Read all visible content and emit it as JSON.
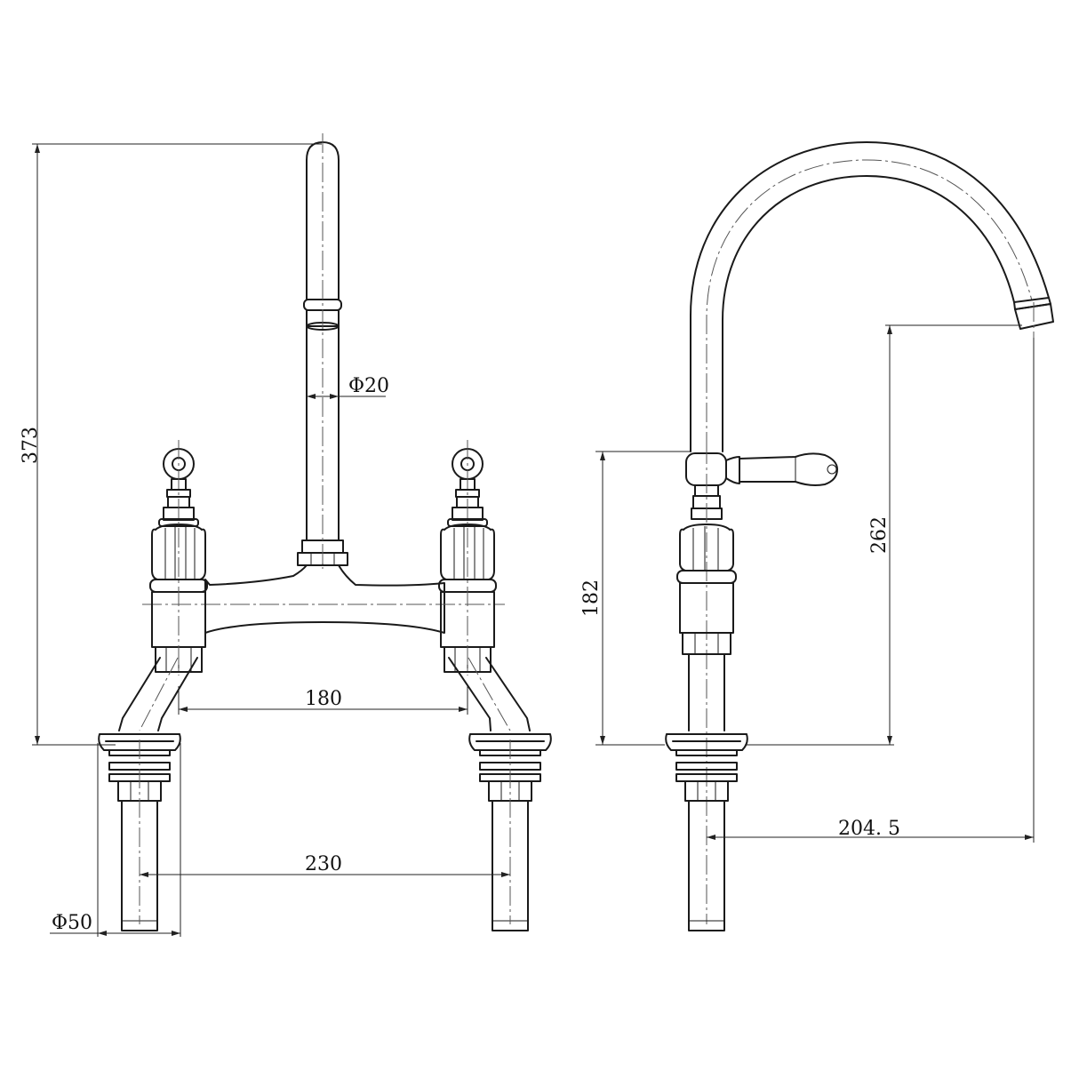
{
  "dimensions": {
    "total_height": "373",
    "spout_diameter": "Φ20",
    "handle_spacing": "180",
    "tail_spacing": "230",
    "base_diameter": "Φ50",
    "lever_height": "182",
    "spout_outlet_height": "262",
    "spout_reach": "204. 5"
  },
  "colors": {
    "line": "#1a1a1a",
    "background": "#ffffff"
  }
}
